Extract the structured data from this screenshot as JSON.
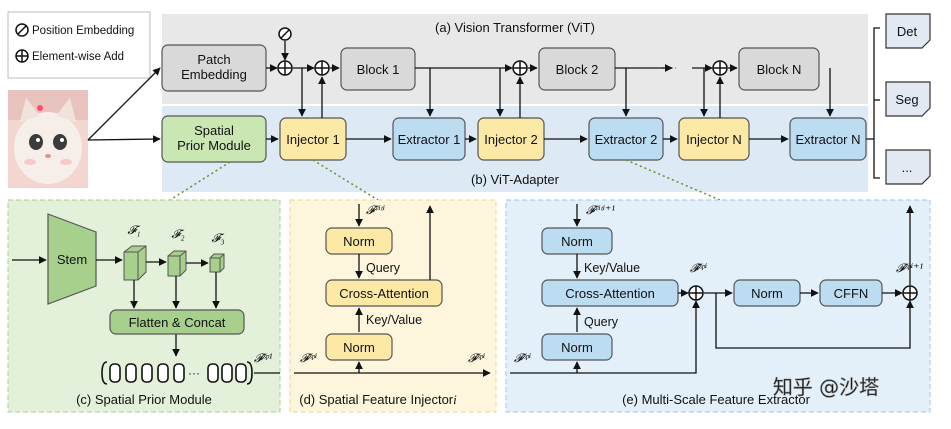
{
  "legend": {
    "position_embedding": "Position Embedding",
    "element_wise_add": "Element-wise Add"
  },
  "vit": {
    "title": "(a) Vision Transformer (ViT)",
    "patch_embedding": "Patch\nEmbedding",
    "block_1": "Block 1",
    "block_2": "Block 2",
    "block_n": "Block N"
  },
  "adapter": {
    "title": "(b) ViT-Adapter",
    "spm": "Spatial\nPrior Module",
    "injector_1": "Injector 1",
    "extractor_1": "Extractor 1",
    "injector_2": "Injector 2",
    "extractor_2": "Extractor 2",
    "injector_n": "Injector N",
    "extractor_n": "Extractor N"
  },
  "outputs": {
    "det": "Det",
    "seg": "Seg",
    "more": "..."
  },
  "panel_c": {
    "title": "(c) Spatial Prior Module",
    "stem": "Stem",
    "f1": "𝓕₁",
    "f2": "𝓕₂",
    "f3": "𝓕₃",
    "flatten": "Flatten & Concat",
    "f_sp1": "𝓕ˢᵖ¹"
  },
  "panel_d": {
    "title": "(d) Spatial Feature Injector",
    "title_var": "i",
    "norm_top": "Norm",
    "query": "Query",
    "cross_attention": "Cross-Attention",
    "key_value": "Key/Value",
    "norm_bottom": "Norm",
    "f_vit": "𝓕ᵛⁱᵗⁱ",
    "f_sp_in": "𝓕ˢᵖⁱ",
    "f_sp_out": "𝓕ˢᵖⁱ"
  },
  "panel_e": {
    "title": "(e) Multi-Scale Feature Extractor",
    "norm_top": "Norm",
    "key_value": "Key/Value",
    "cross_attention": "Cross-Attention",
    "query": "Query",
    "norm_bottom": "Norm",
    "norm_mid": "Norm",
    "cffn": "CFFN",
    "f_vit": "𝓕ᵛⁱᵗⁱ⁺¹",
    "f_sp_in": "𝓕ˢᵖⁱ",
    "f_sp_hat": "𝓕̂ˢᵖⁱ",
    "f_sp_out": "𝓕ˢᵖⁱ⁺¹"
  },
  "watermark": "知乎 @沙塔",
  "colors": {
    "vit_bg": "#e8e8e8",
    "adapter_bg": "#dde9f5",
    "gray_box": "#d9d9d9",
    "green_box": "#c9e6b3",
    "yellow_box": "#fde9a6",
    "blue_box": "#bcdcf2",
    "panel_c_bg": "#e4f1da",
    "panel_d_bg": "#fdf6dc",
    "panel_e_bg": "#e3eff9"
  }
}
